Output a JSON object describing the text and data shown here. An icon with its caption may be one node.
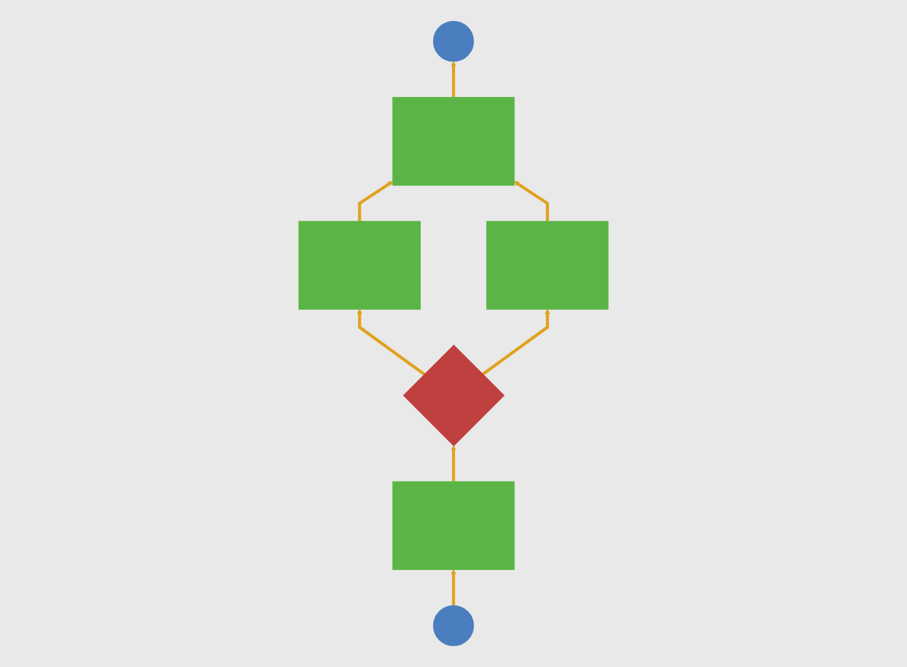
{
  "diagram": {
    "nodes": [
      {
        "text": [],
        "shape": "circle"
      },
      {
        "text": [],
        "shape": "box"
      },
      {
        "text": [],
        "shape": "box"
      },
      {
        "text": [],
        "shape": "diamond"
      },
      {
        "text": [],
        "shape": "box"
      },
      {
        "text": [],
        "shape": "box"
      },
      {
        "text": [],
        "shape": "circle"
      }
    ],
    "edges": [
      {
        "from": 6,
        "to": 5,
        "arrow": "to"
      },
      {
        "from": 5,
        "to": 3,
        "arrow": "to"
      },
      {
        "from": 3,
        "to": 2,
        "arrow": "to"
      },
      {
        "from": 3,
        "to": 4,
        "arrow": "to"
      },
      {
        "from": 2,
        "to": 1,
        "arrow": "to"
      },
      {
        "from": 4,
        "to": 1,
        "arrow": "to"
      },
      {
        "from": 1,
        "to": 0,
        "arrow": "to"
      }
    ]
  }
}
